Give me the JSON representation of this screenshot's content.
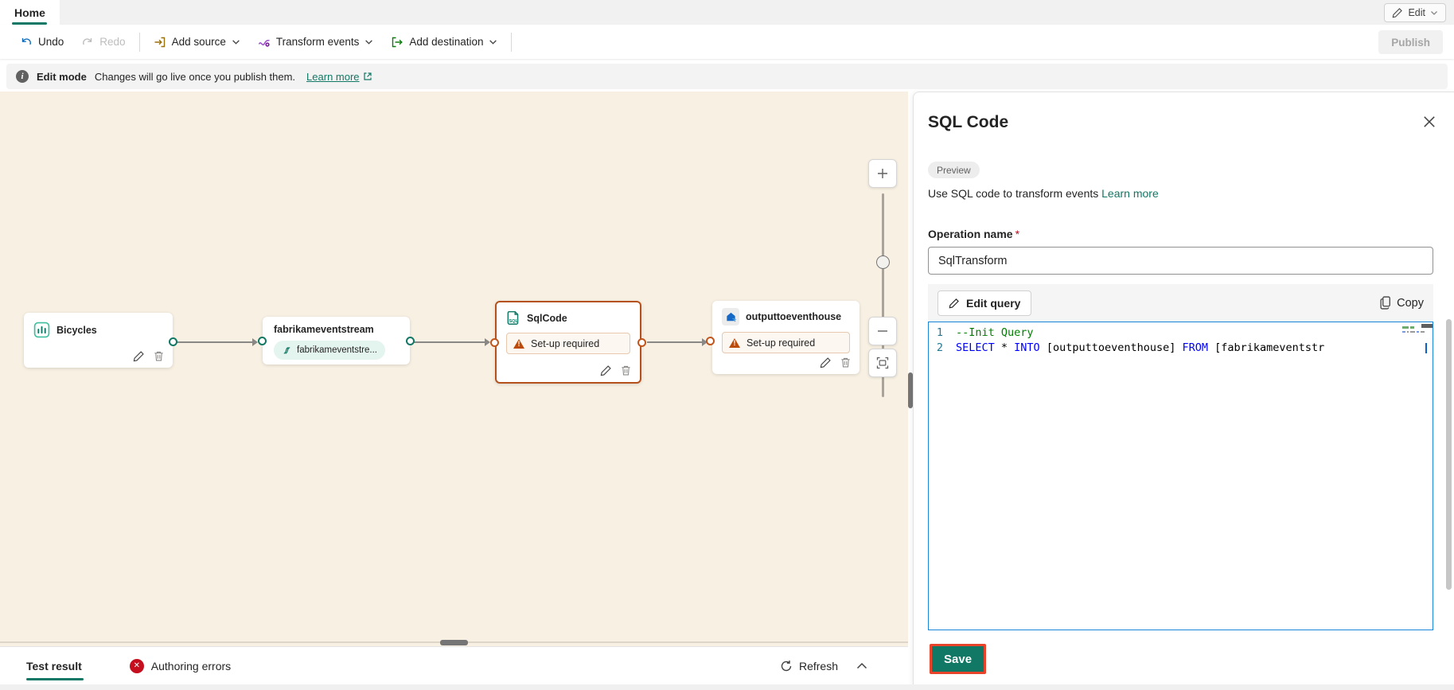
{
  "colors": {
    "accent_teal": "#117865",
    "selected_node_orange": "#b5511d",
    "warning_orange": "#bc4b09",
    "error_red": "#c50f1f",
    "save_highlight_red": "#e8432b",
    "canvas_bg": "#f8f1e3",
    "editor_focus_blue": "#1a86d9",
    "code_keyword_blue": "#0000ff",
    "code_comment_green": "#008000",
    "eventhouse_blue": "#1668c6"
  },
  "header": {
    "tab": "Home",
    "edit_label": "Edit"
  },
  "toolbar": {
    "undo": "Undo",
    "redo": "Redo",
    "add_source": "Add source",
    "transform_events": "Transform events",
    "add_destination": "Add destination",
    "publish": "Publish"
  },
  "banner": {
    "title": "Edit mode",
    "message": "Changes will go live once you publish them.",
    "link": "Learn more"
  },
  "icons": {
    "info_glyph": "i",
    "sql_doc_label": "SQL",
    "error_glyph": "✕"
  },
  "canvas": {
    "nodes": {
      "bicycles": {
        "title": "Bicycles"
      },
      "fabrikameventstream": {
        "title": "fabrikameventstream",
        "chip": "fabrikameventstre..."
      },
      "sqlcode": {
        "title": "SqlCode",
        "warning": "Set-up required",
        "selected": true
      },
      "outputtoeventhouse": {
        "title": "outputtoeventhouse",
        "warning": "Set-up required"
      }
    }
  },
  "panel": {
    "title": "SQL Code",
    "badge": "Preview",
    "description": "Use SQL code to transform events",
    "learn_more": "Learn more",
    "operation_name_label": "Operation name",
    "required_marker": "*",
    "operation_name_value": "SqlTransform",
    "edit_query": "Edit query",
    "copy": "Copy",
    "code": {
      "line_numbers": [
        "1",
        "2"
      ],
      "l1_comment": "--Init Query",
      "l2": {
        "s1": "SELECT",
        "s2": " * ",
        "s3": "INTO",
        "s4": " [outputtoeventhouse] ",
        "s5": "FROM",
        "s6": " [fabrikameventstr"
      }
    },
    "save": "Save"
  },
  "bottom_bar": {
    "test_result": "Test result",
    "authoring_errors": "Authoring errors",
    "refresh": "Refresh"
  }
}
